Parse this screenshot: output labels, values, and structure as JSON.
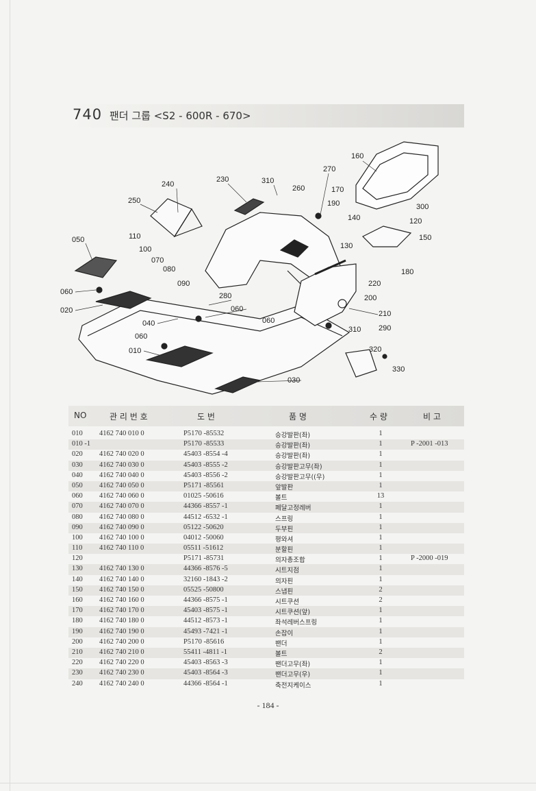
{
  "section": {
    "number": "740",
    "title": "팬더 그룹 <S2 - 600R - 670>"
  },
  "diagram_callouts": [
    "010",
    "020",
    "030",
    "040",
    "050",
    "060",
    "060",
    "060",
    "060",
    "070",
    "080",
    "090",
    "100",
    "110",
    "120",
    "130",
    "140",
    "150",
    "160",
    "170",
    "180",
    "190",
    "200",
    "210",
    "220",
    "230",
    "240",
    "250",
    "260",
    "270",
    "280",
    "290",
    "300",
    "310",
    "310",
    "320",
    "330"
  ],
  "table": {
    "headers": {
      "no": "NO",
      "mgmt": "관 리 번 호",
      "drawing": "도     번",
      "name": "품     명",
      "qty": "수  량",
      "remark": "비  고"
    },
    "rows": [
      {
        "no": "010",
        "mgmt": "4162  740  010  0",
        "drawing": "P5170 -85532",
        "name": "승강발판(좌)",
        "qty": "1",
        "remark": ""
      },
      {
        "no": "010 -1",
        "mgmt": "",
        "drawing": "P5170 -85533",
        "name": "승강발판(좌)",
        "qty": "1",
        "remark": "P -2001 -013"
      },
      {
        "no": "020",
        "mgmt": "4162  740  020  0",
        "drawing": "45403 -8554 -4",
        "name": "승강발판(좌)",
        "qty": "1",
        "remark": ""
      },
      {
        "no": "030",
        "mgmt": "4162  740  030  0",
        "drawing": "45403 -8555 -2",
        "name": "승강발판고무(좌)",
        "qty": "1",
        "remark": ""
      },
      {
        "no": "040",
        "mgmt": "4162  740  040  0",
        "drawing": "45403 -8556 -2",
        "name": "승강발판고무((우)",
        "qty": "1",
        "remark": ""
      },
      {
        "no": "050",
        "mgmt": "4162  740  050  0",
        "drawing": "P5171 -85561",
        "name": "앞발판",
        "qty": "1",
        "remark": ""
      },
      {
        "no": "060",
        "mgmt": "4162  740  060  0",
        "drawing": "01025 -50616",
        "name": "볼트",
        "qty": "13",
        "remark": ""
      },
      {
        "no": "070",
        "mgmt": "4162  740  070  0",
        "drawing": "44366 -8557 -1",
        "name": "페달고정레버",
        "qty": "1",
        "remark": ""
      },
      {
        "no": "080",
        "mgmt": "4162  740  080  0",
        "drawing": "44512 -6532 -1",
        "name": "스프링",
        "qty": "1",
        "remark": ""
      },
      {
        "no": "090",
        "mgmt": "4162  740  090  0",
        "drawing": "05122 -50620",
        "name": "두부핀",
        "qty": "1",
        "remark": ""
      },
      {
        "no": "100",
        "mgmt": "4162  740  100  0",
        "drawing": "04012 -50060",
        "name": "평와셔",
        "qty": "1",
        "remark": ""
      },
      {
        "no": "110",
        "mgmt": "4162  740  110  0",
        "drawing": "05511 -51612",
        "name": "분할핀",
        "qty": "1",
        "remark": ""
      },
      {
        "no": "120",
        "mgmt": "",
        "drawing": "P5171 -85731",
        "name": "의자총조합",
        "qty": "1",
        "remark": "P -2000 -019"
      },
      {
        "no": "130",
        "mgmt": "4162  740  130  0",
        "drawing": "44366 -8576 -5",
        "name": "시트지점",
        "qty": "1",
        "remark": ""
      },
      {
        "no": "140",
        "mgmt": "4162  740  140  0",
        "drawing": "32160 -1843 -2",
        "name": "의자핀",
        "qty": "1",
        "remark": ""
      },
      {
        "no": "150",
        "mgmt": "4162  740  150  0",
        "drawing": "05525 -50800",
        "name": "스냅핀",
        "qty": "2",
        "remark": ""
      },
      {
        "no": "160",
        "mgmt": "4162  740  160  0",
        "drawing": "44366 -8575 -1",
        "name": "시트쿠션",
        "qty": "2",
        "remark": ""
      },
      {
        "no": "170",
        "mgmt": "4162  740  170  0",
        "drawing": "45403 -8575 -1",
        "name": "시트쿠션(앞)",
        "qty": "1",
        "remark": ""
      },
      {
        "no": "180",
        "mgmt": "4162  740  180  0",
        "drawing": "44512 -8573 -1",
        "name": "좌석레버스프링",
        "qty": "1",
        "remark": ""
      },
      {
        "no": "190",
        "mgmt": "4162  740  190  0",
        "drawing": "45493 -7421 -1",
        "name": "손잡이",
        "qty": "1",
        "remark": ""
      },
      {
        "no": "200",
        "mgmt": "4162  740  200  0",
        "drawing": "P5170 -85616",
        "name": "팬더",
        "qty": "1",
        "remark": ""
      },
      {
        "no": "210",
        "mgmt": "4162  740  210  0",
        "drawing": "55411 -4811 -1",
        "name": "볼트",
        "qty": "2",
        "remark": ""
      },
      {
        "no": "220",
        "mgmt": "4162  740  220  0",
        "drawing": "45403 -8563 -3",
        "name": "팬더고무(좌)",
        "qty": "1",
        "remark": ""
      },
      {
        "no": "230",
        "mgmt": "4162  740  230  0",
        "drawing": "45403 -8564 -3",
        "name": "팬더고무(우)",
        "qty": "1",
        "remark": ""
      },
      {
        "no": "240",
        "mgmt": "4162  740  240  0",
        "drawing": "44366 -8564 -1",
        "name": "축전지케이스",
        "qty": "1",
        "remark": ""
      }
    ]
  },
  "page_number": "- 184 -"
}
